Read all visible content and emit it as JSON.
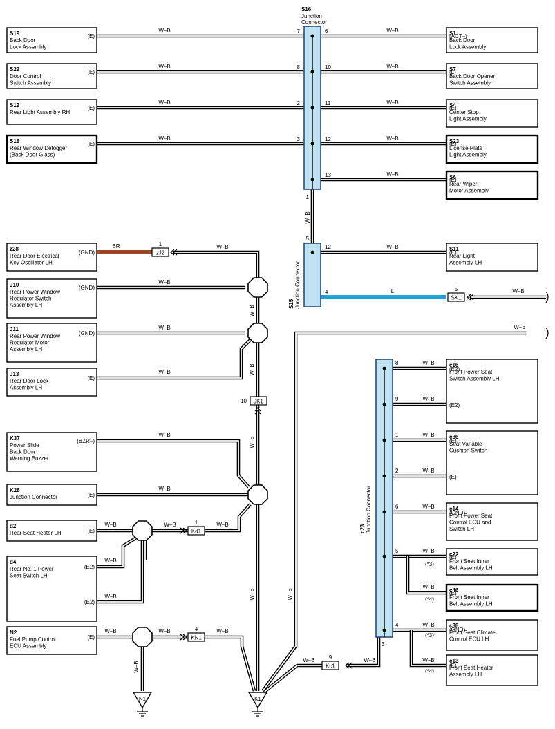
{
  "colors": {
    "wire": "#000000",
    "connector_fill": "#bfe3f3",
    "connector_stroke": "#2a4a7a",
    "br_wire": "#9a4a26",
    "l_wire": "#1aa3e0"
  },
  "junctions": {
    "s16": {
      "code": "S16",
      "name1": "Junction",
      "name2": "Connector",
      "pin_in": "1"
    },
    "s15": {
      "code": "S15",
      "name": "Junction Connector",
      "pin_top": "5",
      "pin_right": "12",
      "pin_l": "4"
    },
    "c23": {
      "code": "c23",
      "name": "Junction Connector",
      "pin_bottom": "3"
    }
  },
  "left_connectors": [
    {
      "id": "S19",
      "lines": [
        "Back Door",
        "Lock Assembly"
      ],
      "term": "(E)"
    },
    {
      "id": "S22",
      "lines": [
        "Door Control",
        "Switch Assembly"
      ],
      "term": "(E)"
    },
    {
      "id": "S12",
      "lines": [
        "Rear Light Assembly RH"
      ],
      "term": "(E)"
    },
    {
      "id": "S18",
      "lines": [
        "Rear Window Defogger",
        "(Back Door Glass)"
      ],
      "term": "(E)"
    },
    {
      "id": "z28",
      "lines": [
        "Rear Door Electrical",
        "Key Oscillator LH"
      ],
      "term": "(GND)"
    },
    {
      "id": "J10",
      "lines": [
        "Rear Power Window",
        "Regulator Switch",
        "Assembly LH"
      ],
      "term": "(GND)"
    },
    {
      "id": "J11",
      "lines": [
        "Rear Power Window",
        "Regulator Motor",
        "Assembly LH"
      ],
      "term": "(GND)"
    },
    {
      "id": "J13",
      "lines": [
        "Rear Door Lock",
        "Assembly LH"
      ],
      "term": "(E)"
    },
    {
      "id": "K37",
      "lines": [
        "Power Slide",
        "Back Door",
        "Warning Buzzer"
      ],
      "term": "(BZR–)"
    },
    {
      "id": "K28",
      "lines": [
        "Junction Connector"
      ],
      "term": "(E)"
    },
    {
      "id": "d2",
      "lines": [
        "Rear Seat Heater LH"
      ],
      "term": "(E)"
    },
    {
      "id": "d4",
      "lines": [
        "Rear No. 1 Power",
        "Seat Switch LH"
      ],
      "term": "(E2)",
      "term2": "(E2)"
    },
    {
      "id": "N2",
      "lines": [
        "Fuel Pump Control",
        "ECU Assembly"
      ],
      "term": "(E)"
    }
  ],
  "right_connectors": [
    {
      "id": "S1",
      "lines": [
        "Back Door",
        "Lock Assembly"
      ],
      "term": "(ACT–)"
    },
    {
      "id": "S7",
      "lines": [
        "Back Door Opener",
        "Switch Assembly"
      ],
      "term": "(L)"
    },
    {
      "id": "S4",
      "lines": [
        "Center Stop",
        "Light Assembly"
      ],
      "term": "(E)"
    },
    {
      "id": "S23",
      "lines": [
        "License Plate",
        "Light Assembly"
      ],
      "term": "(E)"
    },
    {
      "id": "S6",
      "lines": [
        "Rear Wiper",
        "Motor Assembly"
      ],
      "term": "(E)"
    },
    {
      "id": "S11",
      "lines": [
        "Rear Light",
        "Assembly LH"
      ],
      "term": "(E)"
    },
    {
      "id": "c16",
      "lines": [
        "Front Power Seat",
        "Switch Assembly LH"
      ],
      "term": "(E2)",
      "term2": "(E2)"
    },
    {
      "id": "c36",
      "lines": [
        "Seat Variable",
        "Cushion Switch"
      ],
      "term": "(E)",
      "term2": "(E)"
    },
    {
      "id": "c14",
      "lines": [
        "Front Power Seat",
        "Control ECU and",
        "Switch LH"
      ],
      "term": "(GND)"
    },
    {
      "id": "c22",
      "lines": [
        "Front Seat Inner",
        "Belt Assembly LH"
      ],
      "term": "(E)",
      "sub": "(*3)"
    },
    {
      "id": "c46",
      "lines": [
        "Front Seat Inner",
        "Belt Assembly LH"
      ],
      "term": "(E)",
      "sub": "(*4)"
    },
    {
      "id": "c38",
      "lines": [
        "Front Seat Climate",
        "Control ECU LH"
      ],
      "term": "(GND)",
      "sub": "(*3)"
    },
    {
      "id": "c13",
      "lines": [
        "Front Seat Heater",
        "Assembly LH"
      ],
      "term": "(E)",
      "sub": "(*4)"
    }
  ],
  "s16_pins": {
    "left": [
      "7",
      "8",
      "2",
      "3"
    ],
    "right": [
      "6",
      "10",
      "11",
      "12",
      "13"
    ]
  },
  "c23_pins": [
    "8",
    "9",
    "1",
    "2",
    "6",
    "5",
    "4"
  ],
  "inline_connectors": [
    {
      "id": "zJ2",
      "pin": "1"
    },
    {
      "id": "JK1",
      "pin": "10"
    },
    {
      "id": "Kd1",
      "pin": "1"
    },
    {
      "id": "KN1",
      "pin": "4"
    },
    {
      "id": "Kc1",
      "pin": "9"
    },
    {
      "id": "SK1",
      "pin": "5"
    }
  ],
  "grounds": [
    "N1",
    "K1"
  ],
  "wire_labels": {
    "wb": "W–B",
    "br": "BR",
    "l": "L"
  }
}
